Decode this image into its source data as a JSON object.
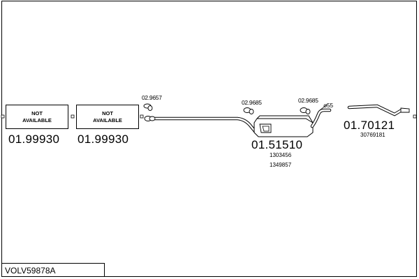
{
  "diagram": {
    "part_numbers": {
      "front_pipe_1": "01.99930",
      "front_pipe_2": "01.99930",
      "center_silencer": "01.51510",
      "rear_pipe": "01.70121"
    },
    "oem_numbers": {
      "center_silencer": [
        "1303456",
        "1349857"
      ],
      "rear_pipe": "30769181"
    },
    "not_available_text": "NOT\nAVAILABLE",
    "clamps": {
      "clamp_1": "02.9657",
      "clamp_2": "02.9685",
      "clamp_3": "02.9685"
    },
    "diameter_label": "ø55",
    "assembly_code": "VOLV59878A"
  },
  "colors": {
    "line": "#000000",
    "background": "#ffffff"
  }
}
